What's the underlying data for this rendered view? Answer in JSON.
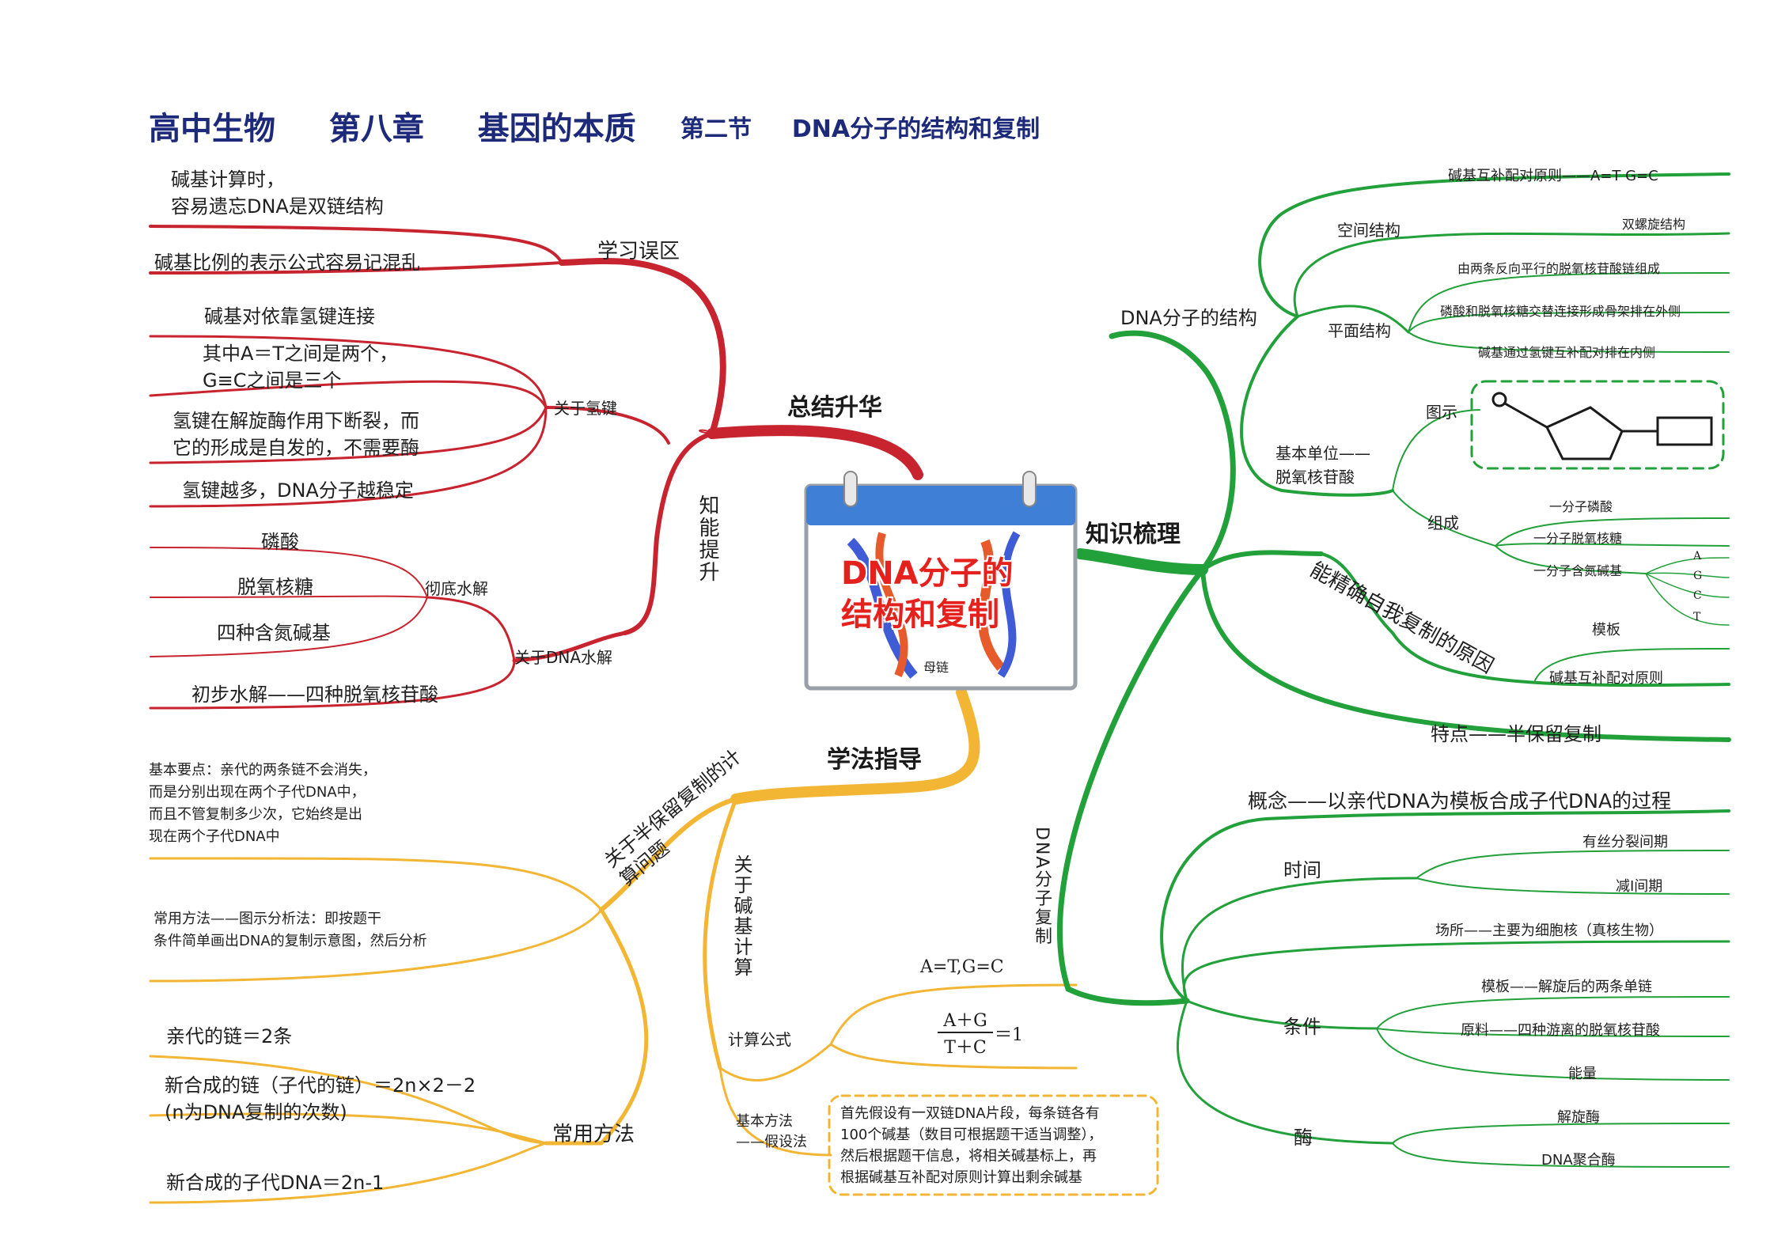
{
  "title": {
    "subject": "高中生物",
    "chapter": "第八章",
    "chapter_name": "基因的本质",
    "section": "第二节",
    "section_name": "DNA分子的结构和复制"
  },
  "center": {
    "line1": "DNA分子的",
    "line2": "结构和复制",
    "label": "母链"
  },
  "colors": {
    "red": "#c8242f",
    "green": "#22a03a",
    "yellow": "#f3b634",
    "title": "#1d2a7a"
  },
  "red": {
    "main": "总结升华",
    "sub1": "知能提升",
    "mistakes": {
      "label": "学习误区",
      "items": [
        "碱基计算时，\n容易遗忘DNA是双链结构",
        "碱基比例的表示公式容易记混乱"
      ]
    },
    "hbond": {
      "label": "关于氢键",
      "items": [
        "碱基对依靠氢键连接",
        "其中A＝T之间是两个，\nG≡C之间是三个",
        "氢键在解旋酶作用下断裂，而\n它的形成是自发的，不需要酶",
        "氢键越多，DNA分子越稳定"
      ]
    },
    "hydrolysis": {
      "label": "关于DNA水解",
      "complete": {
        "label": "彻底水解",
        "items": [
          "磷酸",
          "脱氧核糖",
          "四种含氮碱基"
        ]
      },
      "initial": "初步水解——四种脱氧核苷酸"
    }
  },
  "yellow": {
    "main": "学法指导",
    "semi": {
      "label": "关于半保留复制的计算问题",
      "point": "基本要点：亲代的两条链不会消失，\n而是分别出现在两个子代DNA中，\n而且不管复制多少次，它始终是出\n现在两个子代DNA中",
      "method": "常用方法——图示分析法：即按题干\n条件简单画出DNA的复制示意图，然后分析",
      "common": {
        "label": "常用方法",
        "items": [
          "亲代的链＝2条",
          "新合成的链（子代的链）＝2n×2－2\n(n为DNA复制的次数)",
          "新合成的子代DNA＝2n-1"
        ]
      }
    },
    "base_calc": {
      "label": "关于碱基计算",
      "formula": {
        "label": "计算公式",
        "eq1": "A=T,G=C",
        "frac_num": "A＋G",
        "frac_den": "T＋C",
        "frac_rhs": "＝1"
      },
      "assume": {
        "label": "基本方法\n——假设法",
        "text": "首先假设有一双链DNA片段，每条链各有\n100个碱基（数目可根据题干适当调整），\n然后根据题干信息，将相关碱基标上，再\n根据碱基互补配对原则计算出剩余碱基"
      }
    }
  },
  "green": {
    "main": "知识梳理",
    "structure": {
      "label": "DNA分子的结构",
      "pairing_rule": "碱基互补配对原则——A=T G=C",
      "spatial": {
        "label": "空间结构",
        "item": "双螺旋结构"
      },
      "planar": {
        "label": "平面结构",
        "items": [
          "由两条反向平行的脱氧核苷酸链组成",
          "磷酸和脱氧核糖交替连接形成骨架排在外侧",
          "碱基通过氢键互补配对排在内侧"
        ]
      },
      "unit": {
        "label": "基本单位——\n脱氧核苷酸",
        "diagram": "图示",
        "composition": {
          "label": "组成",
          "items": [
            "一分子磷酸",
            "一分子脱氧核糖",
            "一分子含氮碱基"
          ],
          "bases": [
            "A",
            "G",
            "C",
            "T"
          ]
        }
      }
    },
    "reason": {
      "label": "能精确自我复制的原因",
      "items": [
        "模板",
        "碱基互补配对原则"
      ]
    },
    "feature": "特点——半保留复制",
    "replication": {
      "label": "DNA分子复制",
      "concept": "概念——以亲代DNA为模板合成子代DNA的过程",
      "time": {
        "label": "时间",
        "items": [
          "有丝分裂间期",
          "减Ⅰ间期"
        ]
      },
      "place": "场所——主要为细胞核（真核生物）",
      "condition": {
        "label": "条件",
        "items": [
          "模板——解旋后的两条单链",
          "原料——四种游离的脱氧核苷酸",
          "能量"
        ]
      },
      "enzyme": {
        "label": "酶",
        "items": [
          "解旋酶",
          "DNA聚合酶"
        ]
      }
    }
  }
}
